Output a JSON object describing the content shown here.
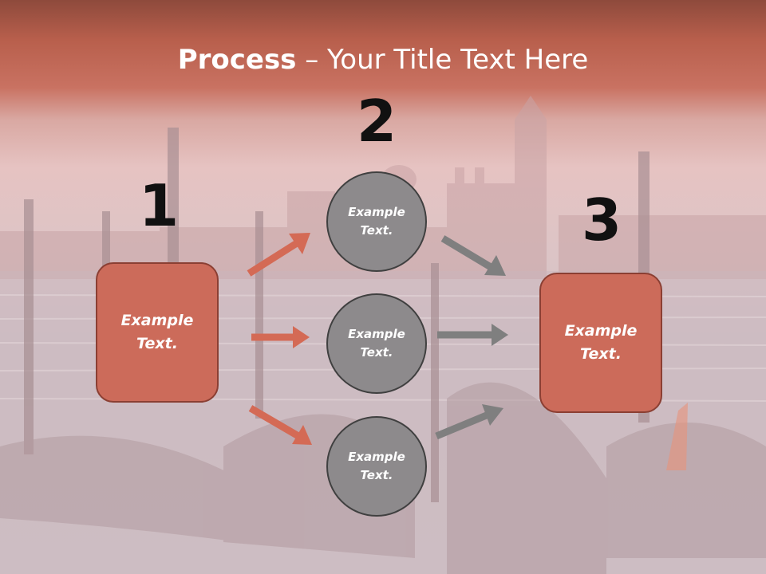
{
  "slide": {
    "title_bold": "Process",
    "title_rest": " – Your Title Text Here",
    "steps": [
      {
        "number": "1",
        "text": "Example Text."
      },
      {
        "number": "2",
        "text": ""
      },
      {
        "number": "3",
        "text": "Example Text."
      }
    ],
    "circles": [
      {
        "text": "Example Text."
      },
      {
        "text": "Example Text."
      },
      {
        "text": "Example Text."
      }
    ]
  },
  "colors": {
    "box_fill": "#cc6b5a",
    "box_border": "#8b3f33",
    "circle_fill": "#8d8a8c",
    "circle_border": "#404040",
    "arrow_left": "#d46a55",
    "arrow_right": "#7f7f7f",
    "title_bar": "#b85f4c"
  }
}
